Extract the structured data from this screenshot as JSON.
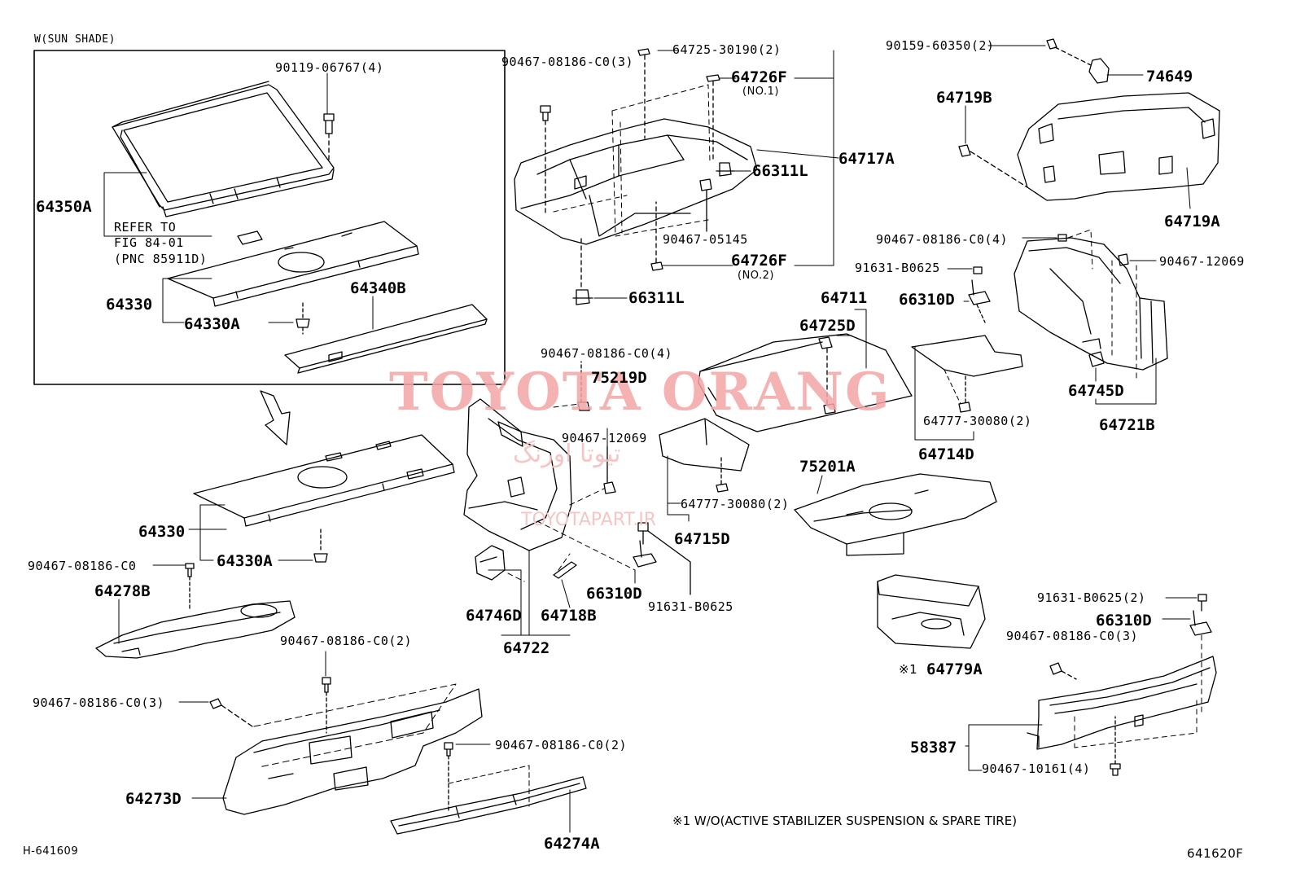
{
  "inset": {
    "title": "W(SUN SHADE)"
  },
  "refer": {
    "line1": "REFER TO",
    "line2": "FIG 84-01",
    "line3": "(PNC 85911D)"
  },
  "labels": {
    "l90119": "90119-06767(4)",
    "l64350A": "64350A",
    "l64330_in": "64330",
    "l64330A_in": "64330A",
    "l64340B": "64340B",
    "l64330": "64330",
    "l64330A": "64330A",
    "l90467_c0": "90467-08186-C0",
    "l64278B": "64278B",
    "l90467_2a": "90467-08186-C0(2)",
    "l90467_3a": "90467-08186-C0(3)",
    "l64273D": "64273D",
    "l90467_2b": "90467-08186-C0(2)",
    "l64274A": "64274A",
    "l90467_3top": "90467-08186-C0(3)",
    "l64725_30190": "64725-30190(2)",
    "l64726F1": "64726F",
    "l64726F1_sub": "(NO.1)",
    "l64717A": "64717A",
    "l66311L_a": "66311L",
    "l90467_05145": "90467-05145",
    "l64726F2": "64726F",
    "l64726F2_sub": "(NO.2)",
    "l66311L_b": "66311L",
    "l90467_4a": "90467-08186-C0(4)",
    "l75219D": "75219D",
    "l90467_12069a": "90467-12069",
    "l64777_a": "64777-30080(2)",
    "l64715D": "64715D",
    "l66310D_a": "66310D",
    "l91631_a": "91631-B0625",
    "l64746D": "64746D",
    "l64718B": "64718B",
    "l64722": "64722",
    "l64711": "64711",
    "l64725D": "64725D",
    "l75201A": "75201A",
    "l64779A": "64779A",
    "l64779A_mark": "※1",
    "l90159": "90159-60350(2)",
    "l74649": "74649",
    "l64719B": "64719B",
    "l64719A": "64719A",
    "l90467_4b": "90467-08186-C0(4)",
    "l91631_b": "91631-B0625",
    "l90467_12069b": "90467-12069",
    "l66310D_b": "66310D",
    "l64777_b": "64777-30080(2)",
    "l64714D": "64714D",
    "l64745D": "64745D",
    "l64721B": "64721B",
    "l91631_c": "91631-B0625(2)",
    "l66310D_c": "66310D",
    "l90467_3c": "90467-08186-C0(3)",
    "l58387": "58387",
    "l90467_10161": "90467-10161(4)"
  },
  "footnote": "※1 W/O(ACTIVE STABILIZER SUSPENSION & SPARE TIRE)",
  "code_left": "H-641609",
  "code_right": "641620F",
  "watermark": {
    "main": "TOYOTA ORANG",
    "arabic": "تیوتا اورنگ",
    "site": "TOYOTAPART.IR"
  },
  "colors": {
    "line": "#000000",
    "watermark": "#f3a5a5"
  }
}
